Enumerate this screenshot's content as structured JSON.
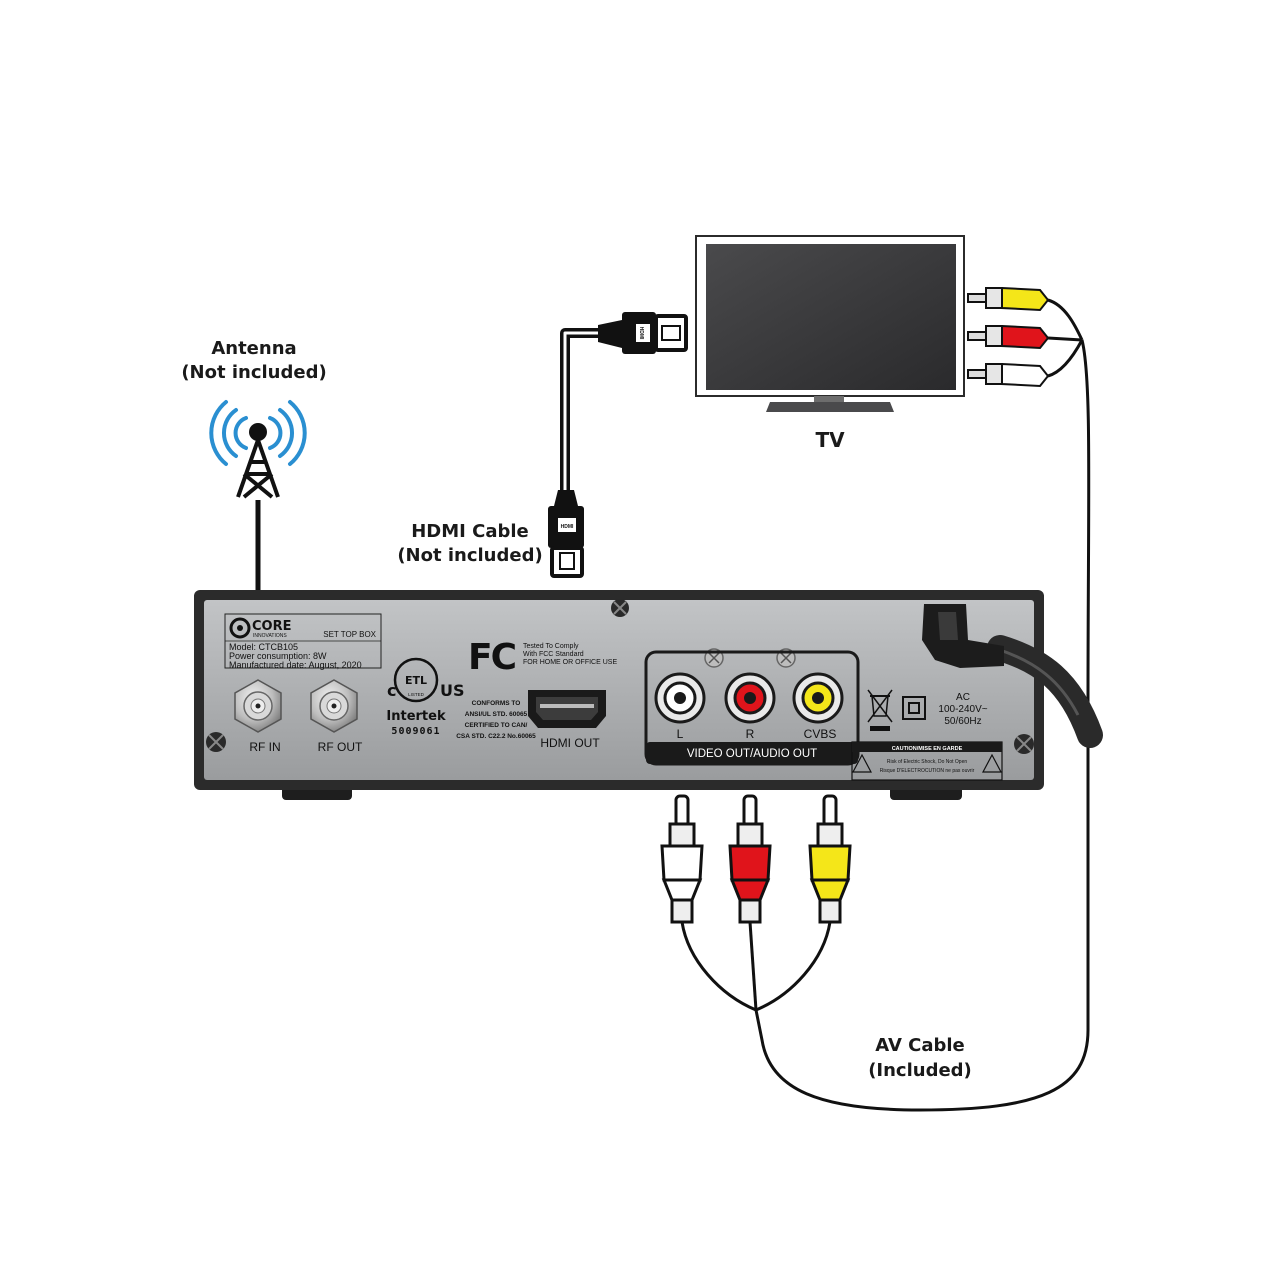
{
  "callouts": {
    "antenna": [
      "Antenna",
      "(Not included)"
    ],
    "tv": "TV",
    "hdmi": [
      "HDMI Cable",
      "(Not included)"
    ],
    "av": [
      "AV Cable",
      "(Included)"
    ]
  },
  "hdmi_plug_text": "HDMI",
  "device": {
    "brand": "CORE",
    "brand_sub": "INNOVATIONS",
    "product": "SET TOP BOX",
    "model": "Model: CTCB105",
    "power": "Power consumption: 8W",
    "date": "Manufactured date: August, 2020",
    "cert": {
      "c": "c",
      "etl": "ETL",
      "us": "US",
      "listed": "LISTED",
      "intertek": "Intertek",
      "number": "5009061",
      "conforms": [
        "CONFORMS TO",
        "ANSI/UL STD. 60065",
        "CERTIFIED TO CAN/",
        "CSA STD. C22.2 No.60065"
      ]
    },
    "fcc": {
      "logo": "FC",
      "text": [
        "Tested To Comply",
        "With FCC Standard",
        "FOR HOME OR OFFICE USE"
      ]
    },
    "ports": {
      "rf_in": "RF IN",
      "rf_out": "RF OUT",
      "hdmi_out": "HDMI OUT",
      "l": "L",
      "r": "R",
      "cvbs": "CVBS",
      "av_panel": "VIDEO OUT/AUDIO OUT"
    },
    "power_rating": [
      "AC",
      "100-240V~",
      "50/60Hz"
    ],
    "caution": {
      "title": "CAUTION/MISE EN GARDE",
      "line1": "Risk of Electric Shock, Do Not Open",
      "line2": "Risque D'ELECTROCUTION ne pas ouvrir"
    }
  },
  "colors": {
    "wifi_blue": "#2a8fd1",
    "rca_red": "#e0141b",
    "rca_yellow": "#f4e619",
    "rca_white": "#ffffff",
    "device_body": "#a9abad",
    "device_frame": "#2b2b2b"
  },
  "icons": [
    "antenna-tower-icon",
    "tv-icon",
    "hdmi-plug-icon",
    "rca-plug-icon",
    "weee-bin-icon",
    "double-insulation-icon",
    "warning-triangle-icon",
    "screw-icon"
  ]
}
